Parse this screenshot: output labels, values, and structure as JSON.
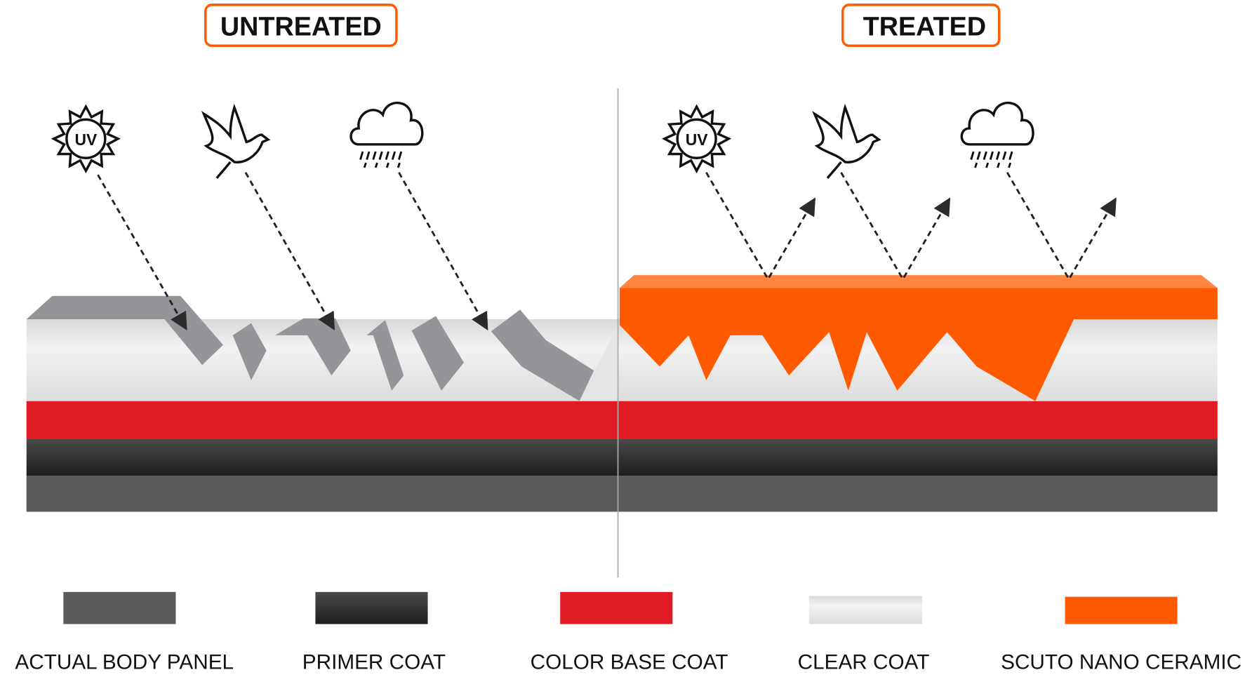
{
  "headers": {
    "untreated": "UNTREATED",
    "treated": "TREATED"
  },
  "icons": {
    "uv_label": "UV",
    "items": [
      "sun-uv-icon",
      "bird-icon",
      "rain-cloud-icon"
    ]
  },
  "colors": {
    "accent": "#ff5a00",
    "body_panel": "#5a5a5a",
    "primer": "#2a2a2a",
    "base_coat": "#e01b24",
    "clear_coat": "#e6e6e6",
    "ceramic": "#ff5a00"
  },
  "legend": [
    {
      "label": "ACTUAL BODY PANEL"
    },
    {
      "label": "PRIMER COAT"
    },
    {
      "label": "COLOR BASE COAT"
    },
    {
      "label": "CLEAR COAT"
    },
    {
      "label": "SCUTO NANO CERAMIC"
    }
  ]
}
